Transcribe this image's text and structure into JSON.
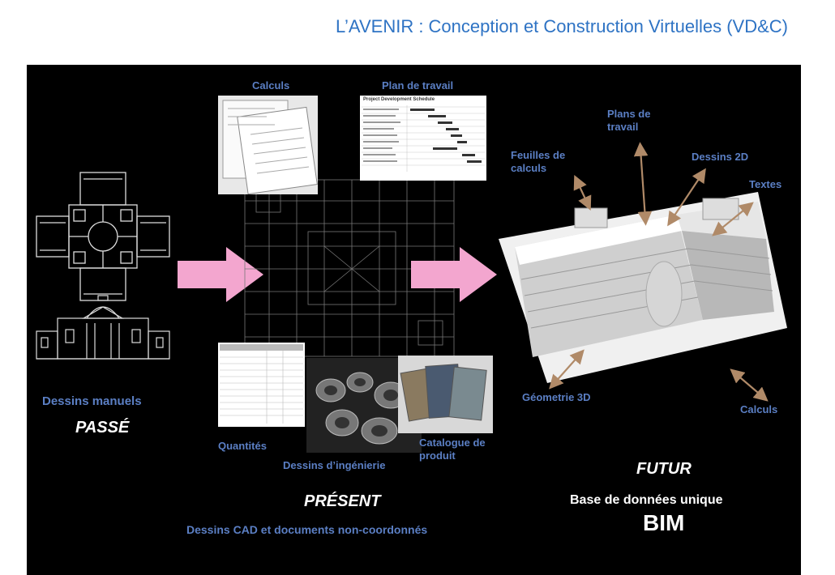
{
  "title": "L’AVENIR : Conception et Construction Virtuelles (VD&C)",
  "past": {
    "caption": "Dessins manuels",
    "era": "PASSÉ"
  },
  "present": {
    "labels": {
      "calculs": "Calculs",
      "plan": "Plan de travail",
      "quantites": "Quantités",
      "ingenierie": "Dessins d’ingénierie",
      "catalogue": "Catalogue de produit"
    },
    "schedule_title": "Project Development Schedule",
    "era": "PRÉSENT",
    "caption": "Dessins CAD et  documents non-coordonnés"
  },
  "future": {
    "labels": {
      "feuilles": "Feuilles de calculs",
      "plans": "Plans de travail",
      "dessins2d": "Dessins 2D",
      "textes": "Textes",
      "geometrie": "Géometrie 3D",
      "calculs": "Calculs"
    },
    "era": "FUTUR",
    "subtitle": "Base de données unique",
    "bim": "BIM"
  },
  "colors": {
    "title": "#2e73c4",
    "label": "#5b7fc4",
    "arrow": "#f3a6cf",
    "connector": "#b08a68"
  }
}
